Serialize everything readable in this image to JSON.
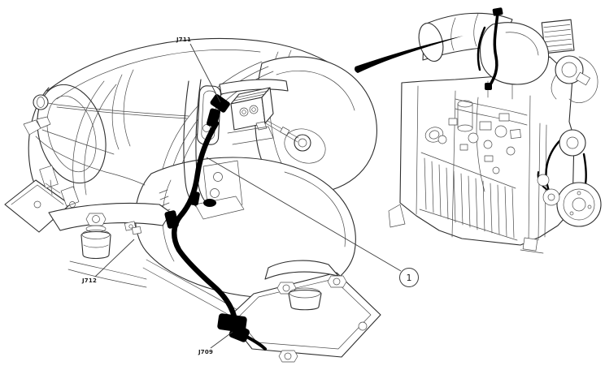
{
  "diagram": {
    "type": "engine-parts-illustration",
    "connector_labels": [
      {
        "id": "J711",
        "text": "J711"
      },
      {
        "id": "J712",
        "text": "J712"
      },
      {
        "id": "J709",
        "text": "J709"
      }
    ],
    "item_callout": {
      "text": "1"
    },
    "colors": {
      "background": "#ffffff",
      "line": "#2e2e2e",
      "detail_line": "#4a4a4a",
      "harness_highlight": "#000000"
    }
  }
}
